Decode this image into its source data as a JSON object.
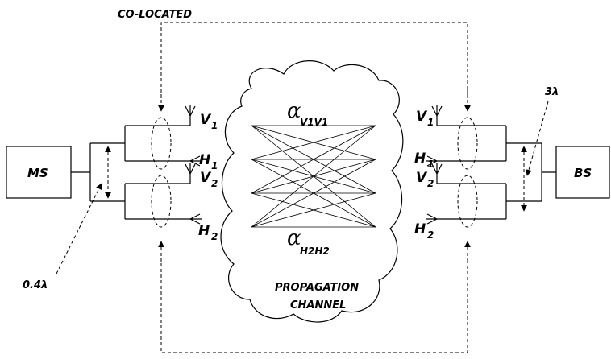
{
  "labels": {
    "co_located": "CO-LOCATED",
    "ms": "MS",
    "bs": "BS",
    "spacing_ms": "0.4λ",
    "spacing_bs": "3λ",
    "propagation_line1": "PROPAGATION",
    "propagation_line2": "CHANNEL",
    "alpha_top_symbol": "α",
    "alpha_top_sub": "V1V1",
    "alpha_bottom_symbol": "α",
    "alpha_bottom_sub": "H2H2"
  },
  "left_antennas": {
    "v1": "V",
    "v1_sub": "1",
    "h1": "H",
    "h1_sub": "1",
    "v2": "V",
    "v2_sub": "2",
    "h2": "H",
    "h2_sub": "2"
  },
  "right_antennas": {
    "v1": "V",
    "v1_sub": "1",
    "h1": "H",
    "h1_sub": "1",
    "v2": "V",
    "v2_sub": "2",
    "h2": "H",
    "h2_sub": "2"
  }
}
